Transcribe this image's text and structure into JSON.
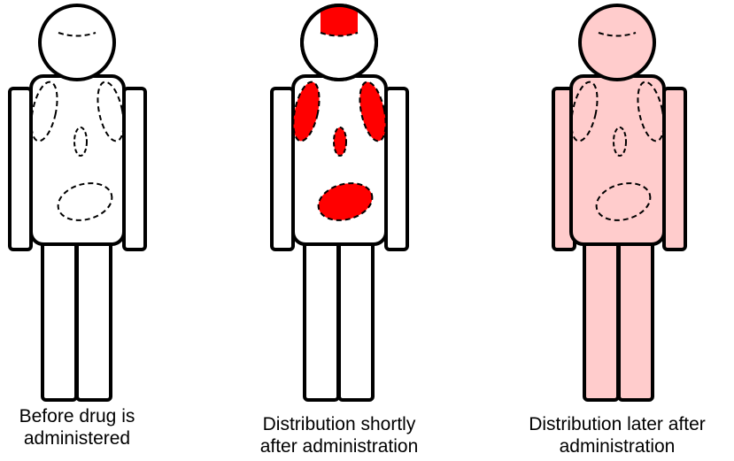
{
  "figures": [
    {
      "id": "before",
      "caption_line1": "Before drug is",
      "caption_line2": "administered",
      "body_fill": "#ffffff",
      "organ_fill": "none"
    },
    {
      "id": "shortly-after",
      "caption_line1": "Distribution shortly",
      "caption_line2": "after administration",
      "body_fill": "#ffffff",
      "organ_fill": "#ff0000"
    },
    {
      "id": "later-after",
      "caption_line1": "Distribution later after",
      "caption_line2": "administration",
      "body_fill": "#ffcccc",
      "organ_fill": "none"
    }
  ],
  "colors": {
    "outline": "#000000",
    "drug_concentrated": "#ff0000",
    "drug_diffuse": "#ffcccc"
  }
}
